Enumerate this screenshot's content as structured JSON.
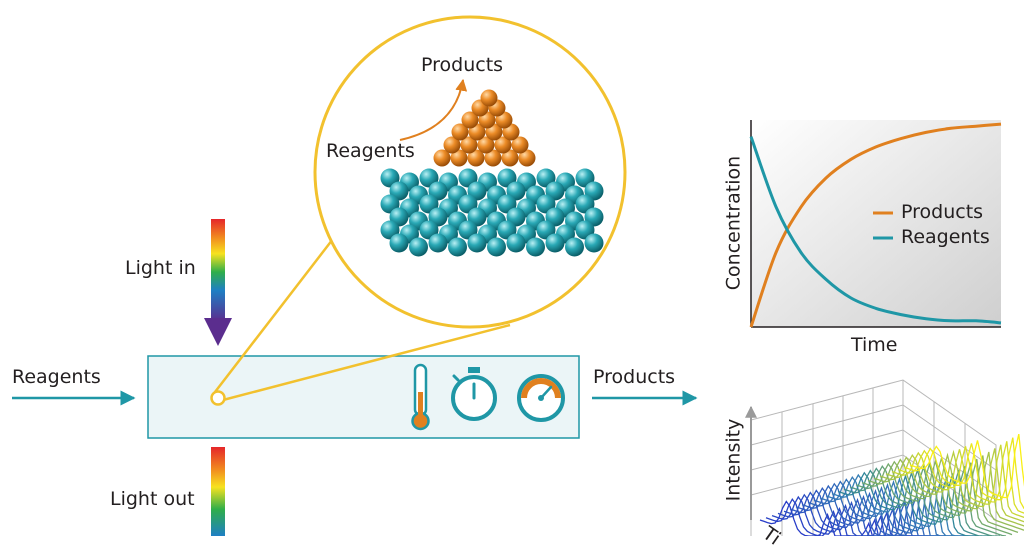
{
  "labels": {
    "reagents_in": "Reagents",
    "products_out": "Products",
    "light_in": "Light in",
    "light_out": "Light out",
    "zoom_products": "Products",
    "zoom_reagents": "Reagents"
  },
  "reactor_icons": [
    "thermometer-icon",
    "stopwatch-icon",
    "pressure-gauge-icon"
  ],
  "colors": {
    "teal": "#1f97a6",
    "orange": "#e0801f",
    "gold": "#f2c12e",
    "reactor_fill": "#ebf5f7"
  },
  "chart_data": [
    {
      "type": "line",
      "xlabel": "Time",
      "ylabel": "Concentration",
      "legend_position": "right",
      "x": [
        0,
        1,
        2,
        3,
        4,
        5,
        6,
        7,
        8,
        9,
        10
      ],
      "series": [
        {
          "name": "Products",
          "values": [
            0,
            0.36,
            0.58,
            0.72,
            0.81,
            0.87,
            0.91,
            0.94,
            0.96,
            0.97,
            0.98
          ]
        },
        {
          "name": "Reagents",
          "values": [
            0.92,
            0.58,
            0.36,
            0.23,
            0.14,
            0.09,
            0.06,
            0.04,
            0.03,
            0.03,
            0.02
          ]
        }
      ]
    },
    {
      "type": "area",
      "zlabel": "Intensity",
      "xlabel": "Ti",
      "grid": true,
      "colormap": "parula"
    }
  ]
}
